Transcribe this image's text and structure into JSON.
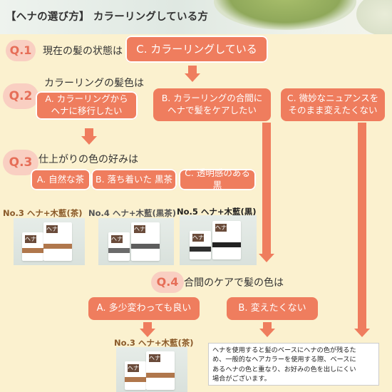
{
  "header": {
    "title": "【ヘナの選び方】 カラーリングしている方"
  },
  "q1": {
    "badge": "Q.1",
    "question": "現在の髪の状態は",
    "answer": "C. カラーリングしている"
  },
  "q2": {
    "badge": "Q.2",
    "question": "カラーリングの髪色は",
    "options": [
      {
        "line1": "A. カラーリングから",
        "line2": "ヘナに移行したい"
      },
      {
        "line1": "B. カラーリングの合間に",
        "line2": "ヘナで髪をケアしたい"
      },
      {
        "line1": "C. 微妙なニュアンスを",
        "line2": "そのまま変えたくない"
      }
    ]
  },
  "q3": {
    "badge": "Q.3",
    "question": "仕上がりの色の好みは",
    "options": [
      "A. 自然な茶",
      "B. 落ち着いた 黒茶",
      "C. 透明感のある黒"
    ],
    "products": [
      "No.3 ヘナ+木藍(茶)",
      "No.4 ヘナ+木藍(黒茶)",
      "No.5 ヘナ+木藍(黒)"
    ]
  },
  "q4": {
    "badge": "Q.4",
    "question": "合間のケアで髪の色は",
    "options": [
      "A.  多少変わっても良い",
      "B.  変えたくない"
    ],
    "product": "No.3 ヘナ+木藍(茶)"
  },
  "note": {
    "lines": [
      "ヘナを使用すると髪のベースにヘナの色が残るた",
      "め、一般的なヘアカラーを使用する際、ベースに",
      "あるヘナの色と重なり、お好みの色を出しにくい",
      "場合がございます。"
    ]
  },
  "colors": {
    "accent": "#ef7d5e",
    "badge_bg": "#f9cfc2",
    "badge_text": "#e66e58",
    "background": "#fbf1cf"
  }
}
